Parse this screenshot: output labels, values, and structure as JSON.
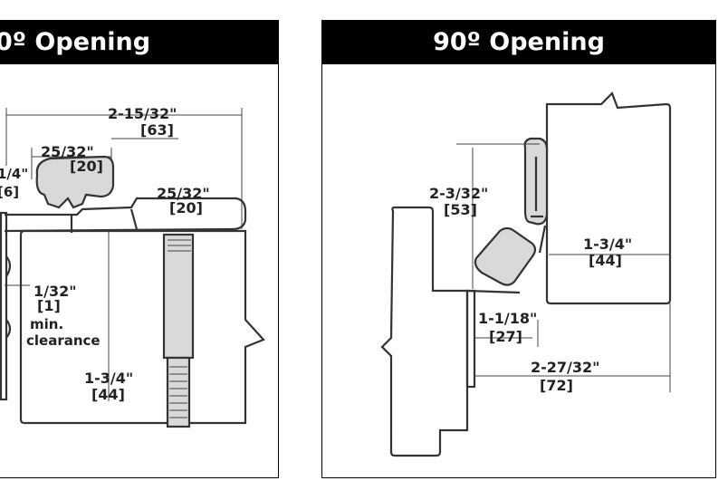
{
  "left_panel": {
    "title": "0º Opening",
    "labels": {
      "overall_width": "2-15/32\"",
      "overall_width_mm": "[63]",
      "leaf_width": "25/32\"",
      "leaf_width_mm": "[20]",
      "offset": "1/4\"",
      "offset_mm": "[6]",
      "right_leaf": "25/32\"",
      "right_leaf_mm": "[20]",
      "clearance": "1/32\"",
      "clearance_mm": "[1]",
      "clearance_min": "min.",
      "clearance_word": "clearance",
      "door_thickness": "1-3/4\"",
      "door_thickness_mm": "[44]"
    }
  },
  "right_panel": {
    "title": "90º Opening",
    "labels": {
      "height": "2-3/32\"",
      "height_mm": "[53]",
      "door_thickness": "1-3/4\"",
      "door_thickness_mm": "[44]",
      "gap": "1-1/18\"",
      "gap_mm": "[27]",
      "projection": "2-27/32\"",
      "projection_mm": "[72]"
    }
  }
}
